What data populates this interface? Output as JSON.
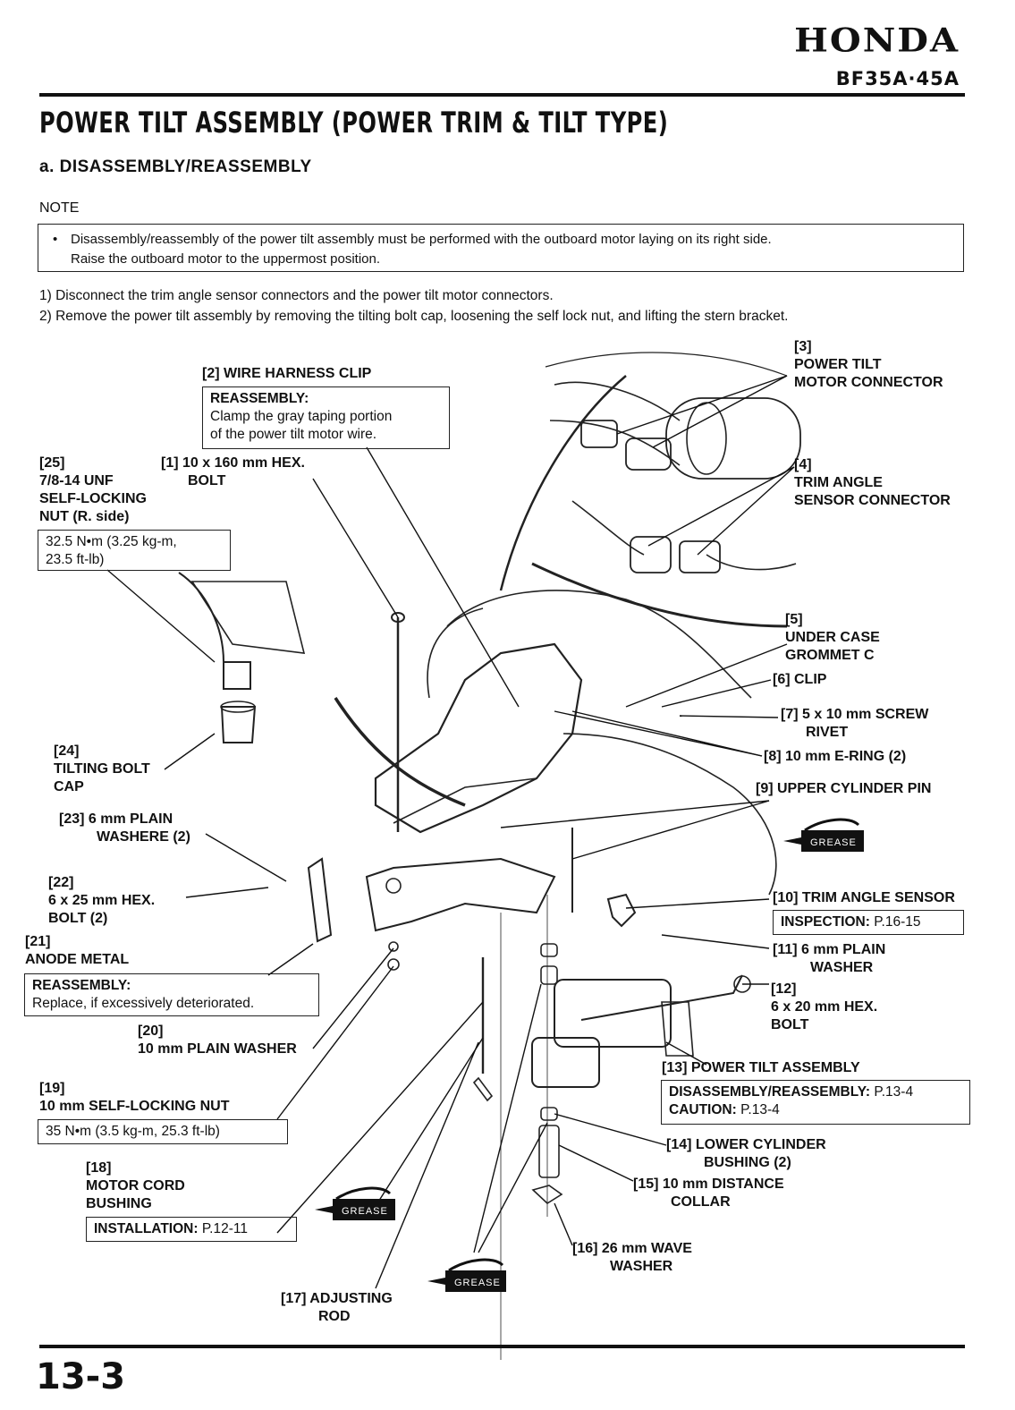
{
  "header": {
    "brand": "HONDA",
    "model": "BF35A·45A"
  },
  "page_title": "POWER TILT ASSEMBLY (POWER TRIM & TILT TYPE)",
  "section_title": "a. DISASSEMBLY/REASSEMBLY",
  "note": {
    "label": "NOTE",
    "bullet": "•",
    "line1": "Disassembly/reassembly of the power tilt assembly must be performed with the outboard motor laying on its right side.",
    "line2": "Raise the outboard motor to the uppermost position."
  },
  "steps": [
    "1) Disconnect the trim angle sensor connectors and the power tilt motor connectors.",
    "2) Remove the power tilt assembly by removing the tilting bolt cap, loosening the self lock nut, and lifting the stern bracket."
  ],
  "callouts": {
    "c1": [
      "[1] 10 x 160 mm HEX.",
      "BOLT"
    ],
    "c2": "[2] WIRE HARNESS CLIP",
    "c2_box": {
      "head": "REASSEMBLY:",
      "lines": [
        "Clamp the gray taping portion",
        "of the power tilt motor wire."
      ]
    },
    "c3": [
      "[3]",
      "POWER TILT",
      "MOTOR CONNECTOR"
    ],
    "c4": [
      "[4]",
      "TRIM ANGLE",
      "SENSOR CONNECTOR"
    ],
    "c5": [
      "[5]",
      "UNDER CASE",
      "GROMMET C"
    ],
    "c6": "[6] CLIP",
    "c7": [
      "[7] 5 x 10 mm SCREW",
      "RIVET"
    ],
    "c8": "[8] 10 mm E-RING (2)",
    "c9": "[9] UPPER CYLINDER PIN",
    "c10": "[10] TRIM ANGLE SENSOR",
    "c10_box": {
      "head": "INSPECTION:",
      "ref": "P.16-15"
    },
    "c11": [
      "[11] 6 mm PLAIN",
      "WASHER"
    ],
    "c12": [
      "[12]",
      "6 x 20 mm HEX.",
      "BOLT"
    ],
    "c13": "[13] POWER TILT ASSEMBLY",
    "c13_box": {
      "line1_head": "DISASSEMBLY/REASSEMBLY:",
      "line1_ref": "P.13-4",
      "line2_head": "CAUTION:",
      "line2_ref": "P.13-4"
    },
    "c14": [
      "[14] LOWER CYLINDER",
      "BUSHING (2)"
    ],
    "c15": [
      "[15] 10 mm DISTANCE",
      "COLLAR"
    ],
    "c16": [
      "[16] 26 mm WAVE",
      "WASHER"
    ],
    "c17": [
      "[17] ADJUSTING",
      "ROD"
    ],
    "c18": [
      "[18]",
      "MOTOR CORD",
      "BUSHING"
    ],
    "c18_box": {
      "head": "INSTALLATION:",
      "ref": "P.12-11"
    },
    "c19": [
      "[19]",
      "10 mm SELF-LOCKING NUT"
    ],
    "c19_box": "35 N•m (3.5 kg-m, 25.3 ft-lb)",
    "c20": [
      "[20]",
      "10 mm PLAIN WASHER"
    ],
    "c21": [
      "[21]",
      "ANODE METAL"
    ],
    "c21_box": {
      "head": "REASSEMBLY:",
      "line": "Replace, if excessively deteriorated."
    },
    "c22": [
      "[22]",
      "6 x 25 mm HEX.",
      "BOLT (2)"
    ],
    "c23": [
      "[23] 6 mm PLAIN",
      "WASHERE (2)"
    ],
    "c24": [
      "[24]",
      "TILTING BOLT",
      "CAP"
    ],
    "c25": [
      "[25]",
      "7/8-14 UNF",
      "SELF-LOCKING",
      "NUT (R. side)"
    ],
    "c25_box": [
      "32.5 N•m (3.25 kg-m,",
      "23.5 ft-lb)"
    ]
  },
  "grease_label": "GREASE",
  "page_number": "13-3"
}
